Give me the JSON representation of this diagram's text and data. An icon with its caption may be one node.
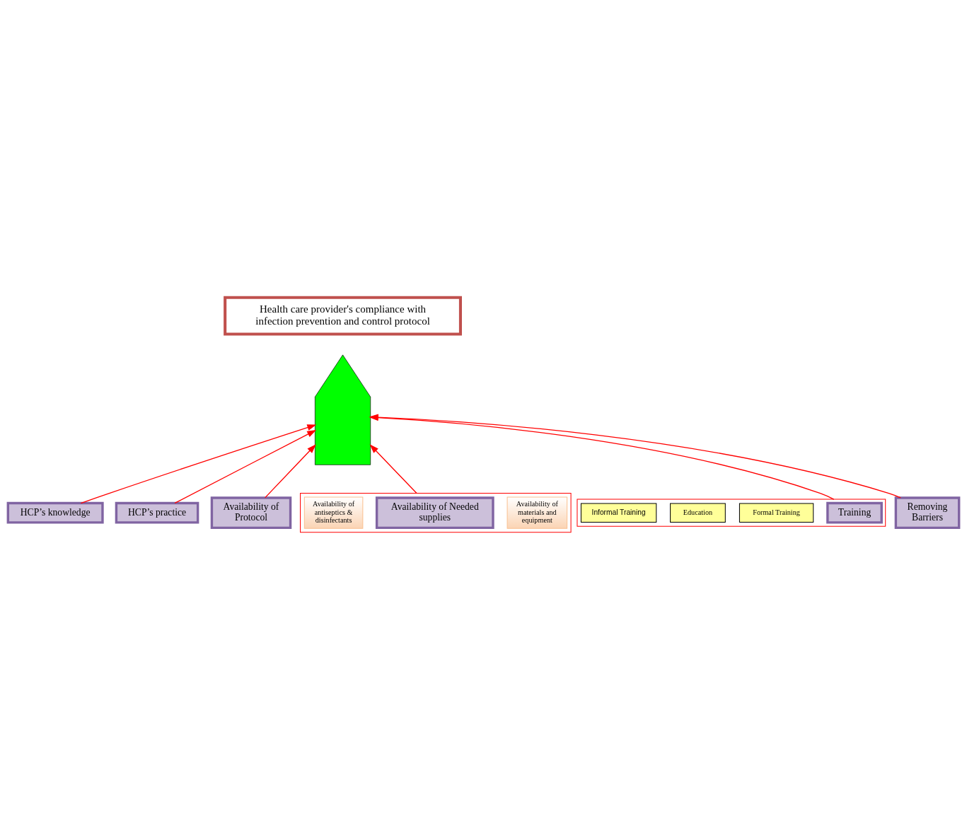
{
  "diagram": {
    "nodes": [
      {
        "text": [
          "Health care provider's compliance with infection prevention and control protocol"
        ]
      },
      {
        "text": [],
        "shape": "arrow"
      },
      {
        "text": [
          "HCP’s knowledge"
        ]
      },
      {
        "text": [
          "HCP’s practice"
        ]
      },
      {
        "text": [
          "Availability of Protocol"
        ]
      },
      {
        "text": [],
        "shape": "arrow"
      },
      {
        "text": [
          "Availability of materials and equipment"
        ],
        "in": 5
      },
      {
        "text": [
          "Availability of Needed supplies"
        ],
        "in": 5
      },
      {
        "text": [
          "Availability of antiseptics & disinfectants"
        ],
        "in": 5
      },
      {
        "text": [],
        "shape": "arrow"
      },
      {
        "text": [
          "Training"
        ],
        "in": 9
      },
      {
        "text": [
          "Formal Training"
        ],
        "in": 9
      },
      {
        "text": [
          "Education"
        ],
        "in": 9
      },
      {
        "text": [
          "Informal Training"
        ],
        "in": 9
      },
      {
        "text": [
          "Removing Barriers"
        ]
      }
    ],
    "edges": [
      {
        "from": 2,
        "to": 1,
        "arrow": "to"
      },
      {
        "from": 3,
        "to": 1,
        "arrow": "to"
      },
      {
        "from": 4,
        "to": 1,
        "arrow": "to"
      },
      {
        "from": 5,
        "to": 1,
        "arrow": "to"
      },
      {
        "from": 9,
        "to": 1,
        "arrow": "to"
      },
      {
        "from": 14,
        "to": 1,
        "arrow": "to"
      }
    ]
  }
}
